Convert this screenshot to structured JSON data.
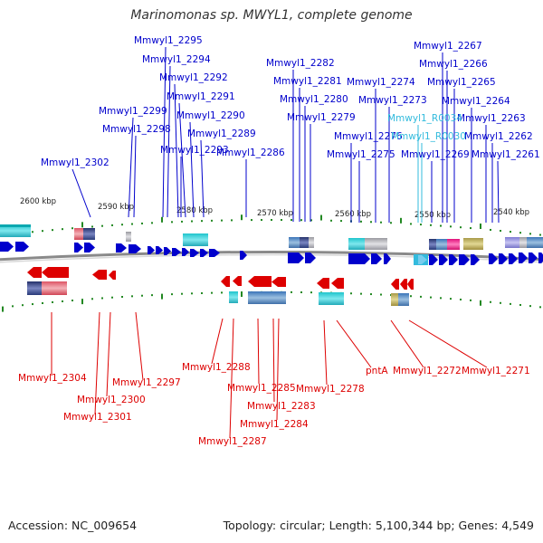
{
  "title": "Marinomonas sp. MWYL1, complete genome",
  "footer": {
    "accession": "Accession: NC_009654",
    "summary": "Topology: circular; Length: 5,100,344 bp; Genes: 4,549"
  },
  "colors": {
    "forward": "#0000cc",
    "reverse": "#dd0000",
    "rna": "#33bbdd",
    "backbone": "#808080",
    "tick": "#228822"
  },
  "scale_ticks": [
    "2600 kbp",
    "2590 kbp",
    "2580 kbp",
    "2570 kbp",
    "2560 kbp",
    "2550 kbp",
    "2540 kbp"
  ],
  "forward_labels": [
    "Mmwyl1_2295",
    "Mmwyl1_2294",
    "Mmwyl1_2292",
    "Mmwyl1_2291",
    "Mmwyl1_2299",
    "Mmwyl1_2290",
    "Mmwyl1_2298",
    "Mmwyl1_2289",
    "Mmwyl1_2293",
    "Mmwyl1_2286",
    "Mmwyl1_2302",
    "Mmwyl1_2282",
    "Mmwyl1_2281",
    "Mmwyl1_2280",
    "Mmwyl1_2279",
    "Mmwyl1_2276",
    "Mmwyl1_2275",
    "Mmwyl1_2274",
    "Mmwyl1_2273",
    "Mmwyl1_2267",
    "Mmwyl1_2266",
    "Mmwyl1_2265",
    "Mmwyl1_2264",
    "Mmwyl1_2263",
    "Mmwyl1_2262",
    "Mmwyl1_2269",
    "Mmwyl1_2261"
  ],
  "rna_labels": [
    "Mmwyl1_R0034",
    "Mmwyl1_R0030"
  ],
  "reverse_labels": [
    "Mmwyl1_2304",
    "Mmwyl1_2300",
    "Mmwyl1_2301",
    "Mmwyl1_2297",
    "Mmwyl1_2288",
    "Mmwyl1_2287",
    "Mmwyl1_2285",
    "Mmwyl1_2283",
    "Mmwyl1_2284",
    "Mmwyl1_2278",
    "pntA",
    "Mmwyl1_2272",
    "Mmwyl1_2271"
  ]
}
